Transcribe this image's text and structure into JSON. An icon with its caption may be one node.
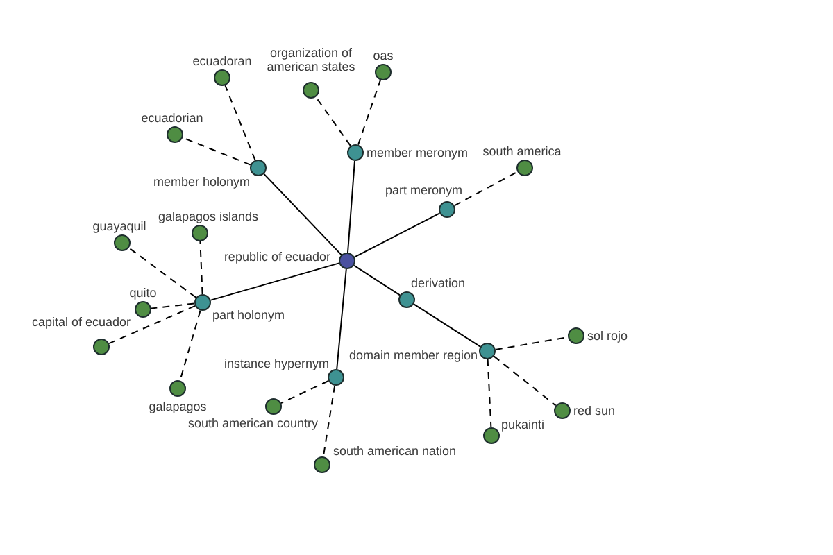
{
  "diagram": {
    "nodes": [
      {
        "text": [],
        "shape": "circle",
        "beside": [
          "republic of ecuador"
        ]
      },
      {
        "text": [],
        "shape": "circle",
        "beside": [
          "member holonym"
        ]
      },
      {
        "text": [],
        "shape": "circle",
        "beside": [
          "member meronym"
        ]
      },
      {
        "text": [],
        "shape": "circle",
        "beside": [
          "part meronym"
        ]
      },
      {
        "text": [],
        "shape": "circle",
        "beside": [
          "part holonym"
        ]
      },
      {
        "text": [],
        "shape": "circle",
        "beside": [
          "derivation"
        ]
      },
      {
        "text": [],
        "shape": "circle",
        "beside": [
          "domain member region"
        ]
      },
      {
        "text": [],
        "shape": "circle",
        "beside": [
          "instance hypernym"
        ]
      },
      {
        "text": [],
        "shape": "circle",
        "beside": [
          "ecuadoran"
        ]
      },
      {
        "text": [],
        "shape": "circle",
        "beside": [
          "ecuadorian"
        ]
      },
      {
        "text": [],
        "shape": "circle",
        "beside": [
          "organization of american states"
        ]
      },
      {
        "text": [],
        "shape": "circle",
        "beside": [
          "oas"
        ]
      },
      {
        "text": [],
        "shape": "circle",
        "beside": [
          "south america"
        ]
      },
      {
        "text": [],
        "shape": "circle",
        "beside": [
          "guayaquil"
        ]
      },
      {
        "text": [],
        "shape": "circle",
        "beside": [
          "galapagos islands"
        ]
      },
      {
        "text": [],
        "shape": "circle",
        "beside": [
          "quito"
        ]
      },
      {
        "text": [],
        "shape": "circle",
        "beside": [
          "capital of ecuador"
        ]
      },
      {
        "text": [],
        "shape": "circle",
        "beside": [
          "galapagos"
        ]
      },
      {
        "text": [],
        "shape": "circle",
        "beside": [
          "south american country"
        ]
      },
      {
        "text": [],
        "shape": "circle",
        "beside": [
          "south american nation"
        ]
      },
      {
        "text": [],
        "shape": "circle",
        "beside": [
          "sol rojo"
        ]
      },
      {
        "text": [],
        "shape": "circle",
        "beside": [
          "red sun"
        ]
      },
      {
        "text": [],
        "shape": "circle",
        "beside": [
          "pukainti"
        ]
      }
    ],
    "edges": [
      {
        "from": 0,
        "to": 1,
        "arrow": "none"
      },
      {
        "from": 0,
        "to": 2,
        "arrow": "none"
      },
      {
        "from": 0,
        "to": 3,
        "arrow": "none"
      },
      {
        "from": 0,
        "to": 4,
        "arrow": "none"
      },
      {
        "from": 0,
        "to": 5,
        "arrow": "none"
      },
      {
        "from": 0,
        "to": 7,
        "arrow": "none"
      },
      {
        "from": 5,
        "to": 6,
        "arrow": "none"
      },
      {
        "from": 1,
        "to": 8,
        "arrow": "none",
        "style": "dashed"
      },
      {
        "from": 1,
        "to": 9,
        "arrow": "none",
        "style": "dashed"
      },
      {
        "from": 2,
        "to": 10,
        "arrow": "none",
        "style": "dashed"
      },
      {
        "from": 2,
        "to": 11,
        "arrow": "none",
        "style": "dashed"
      },
      {
        "from": 3,
        "to": 12,
        "arrow": "none",
        "style": "dashed"
      },
      {
        "from": 4,
        "to": 13,
        "arrow": "none",
        "style": "dashed"
      },
      {
        "from": 4,
        "to": 14,
        "arrow": "none",
        "style": "dashed"
      },
      {
        "from": 4,
        "to": 15,
        "arrow": "none",
        "style": "dashed"
      },
      {
        "from": 4,
        "to": 16,
        "arrow": "none",
        "style": "dashed"
      },
      {
        "from": 4,
        "to": 17,
        "arrow": "none",
        "style": "dashed"
      },
      {
        "from": 7,
        "to": 18,
        "arrow": "none",
        "style": "dashed"
      },
      {
        "from": 7,
        "to": 19,
        "arrow": "none",
        "style": "dashed"
      },
      {
        "from": 6,
        "to": 20,
        "arrow": "none",
        "style": "dashed"
      },
      {
        "from": 6,
        "to": 21,
        "arrow": "none",
        "style": "dashed"
      },
      {
        "from": 6,
        "to": 22,
        "arrow": "none",
        "style": "dashed"
      }
    ]
  }
}
